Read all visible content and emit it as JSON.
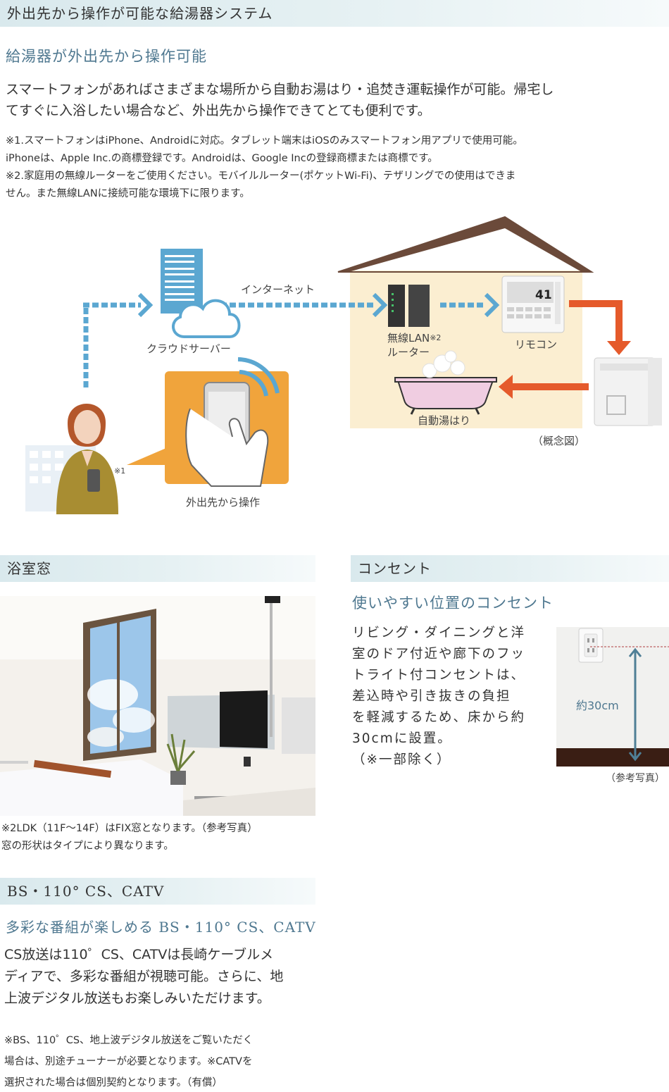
{
  "section1": {
    "title": "外出先から操作が可能な給湯器システム",
    "subtitle": "給湯器が外出先から操作可能",
    "body_lines": [
      "スマートフォンがあればさまざまな場所から自動お湯はり・追焚き運転操作が可能。帰宅し",
      "てすぐに入浴したい場合など、外出先から操作できてとても便利です。"
    ],
    "notes": [
      "※1.スマートフォンはiPhone、Androidに対応。タブレット端末はiOSのみスマートフォン用アプリで使用可能。",
      "iPhoneは、Apple Inc.の商標登録です。Androidは、Google Incの登録商標または商標です。",
      "※2.家庭用の無線ルーターをご使用ください。モバイルルーター(ポケットWi-Fi)、テザリングでの使用はできま",
      "せん。また無線LANに接続可能な環境下に限ります。"
    ]
  },
  "diagram": {
    "internet_label": "インターネット",
    "cloud_label": "クラウドサーバー",
    "router_label_line1": "無線LAN",
    "router_note": "※2",
    "router_label_line2": "ルーター",
    "remote_label": "リモコン",
    "remote_display": "41",
    "bath_label": "自動湯はり",
    "concept_label": "（概念図）",
    "phone_note": "※1",
    "remote_op_label": "外出先から操作",
    "colors": {
      "dash": "#5ba7d1",
      "orange_arrow": "#e55a2b",
      "house": "#fbeed1",
      "roof": "#6b4a3a",
      "hand_bg": "#f0a43c",
      "person": "#a88d32"
    }
  },
  "bathroom": {
    "title": "浴室窓",
    "caption_lines": [
      "※2LDK（11F〜14F）はFIX窓となります。（参考写真）",
      "窓の形状はタイプにより異なります。"
    ]
  },
  "outlet": {
    "title": "コンセント",
    "subtitle": "使いやすい位置のコンセント",
    "body_lines": [
      "リビング・ダイニングと洋",
      "室のドア付近や廊下のフッ",
      "トライト付コンセントは、",
      "差込時や引き抜きの負担",
      "を軽減するため、床から約",
      "30cmに設置。",
      "（※一部除く）"
    ],
    "height_label": "約30cm",
    "photo_caption": "（参考写真）"
  },
  "bs": {
    "title": "BS・110° CS、CATV",
    "subtitle": "多彩な番組が楽しめる BS・110° CS、CATV",
    "body_lines": [
      "CS放送は110゜CS、CATVは長崎ケーブルメ",
      "ディアで、多彩な番組が視聴可能。さらに、地",
      "上波デジタル放送もお楽しみいただけます。"
    ],
    "note_lines": [
      "※BS、110゜CS、地上波デジタル放送をご覧いただく",
      "場合は、別途チューナーが必要となります。※CATVを",
      "選択された場合は個別契約となります。（有償）"
    ]
  }
}
